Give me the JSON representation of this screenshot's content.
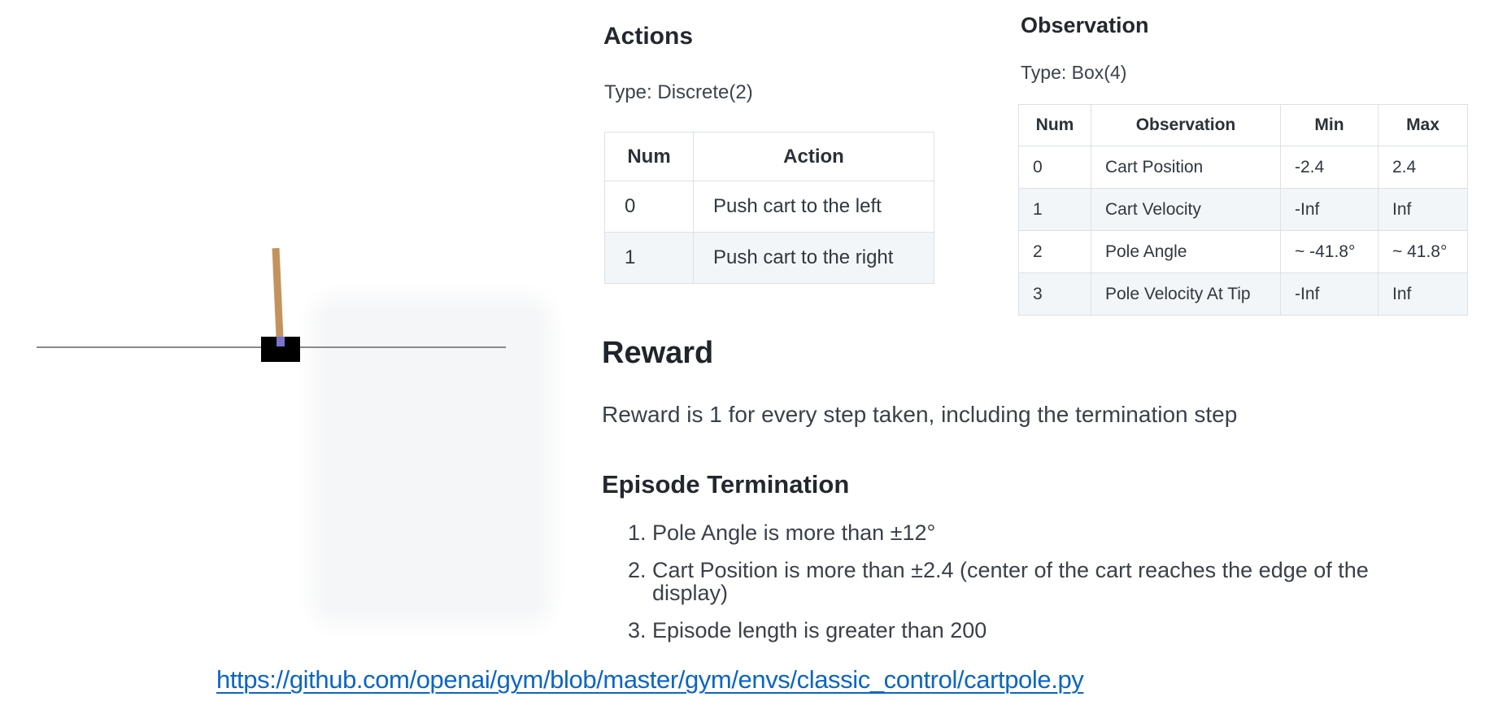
{
  "sim": {
    "track_color": "#8a8a8a",
    "cart_color": "#000000",
    "pole_color": "#c4935d",
    "axle_color": "#7a72cf"
  },
  "actions": {
    "heading": "Actions",
    "type_line": "Type: Discrete(2)",
    "table": {
      "headers": [
        "Num",
        "Action"
      ],
      "rows": [
        [
          "0",
          "Push cart to the left"
        ],
        [
          "1",
          "Push cart to the right"
        ]
      ],
      "stripe_color": "#f3f6f8"
    }
  },
  "observation": {
    "heading": "Observation",
    "type_line": "Type: Box(4)",
    "table": {
      "headers": [
        "Num",
        "Observation",
        "Min",
        "Max"
      ],
      "rows": [
        [
          "0",
          "Cart Position",
          "-2.4",
          "2.4"
        ],
        [
          "1",
          "Cart Velocity",
          "-Inf",
          "Inf"
        ],
        [
          "2",
          "Pole Angle",
          "~ -41.8°",
          "~ 41.8°"
        ],
        [
          "3",
          "Pole Velocity At Tip",
          "-Inf",
          "Inf"
        ]
      ],
      "stripe_color": "#f3f6f8"
    }
  },
  "reward": {
    "heading": "Reward",
    "text": "Reward is 1 for every step taken, including the termination step"
  },
  "episode_termination": {
    "heading": "Episode Termination",
    "items": [
      "Pole Angle is more than ±12°",
      "Cart Position is more than ±2.4 (center of the cart reaches the edge of the display)",
      "Episode length is greater than 200"
    ]
  },
  "link": {
    "text": "https://github.com/openai/gym/blob/master/gym/envs/classic_control/cartpole.py",
    "color": "#0b66c3"
  }
}
